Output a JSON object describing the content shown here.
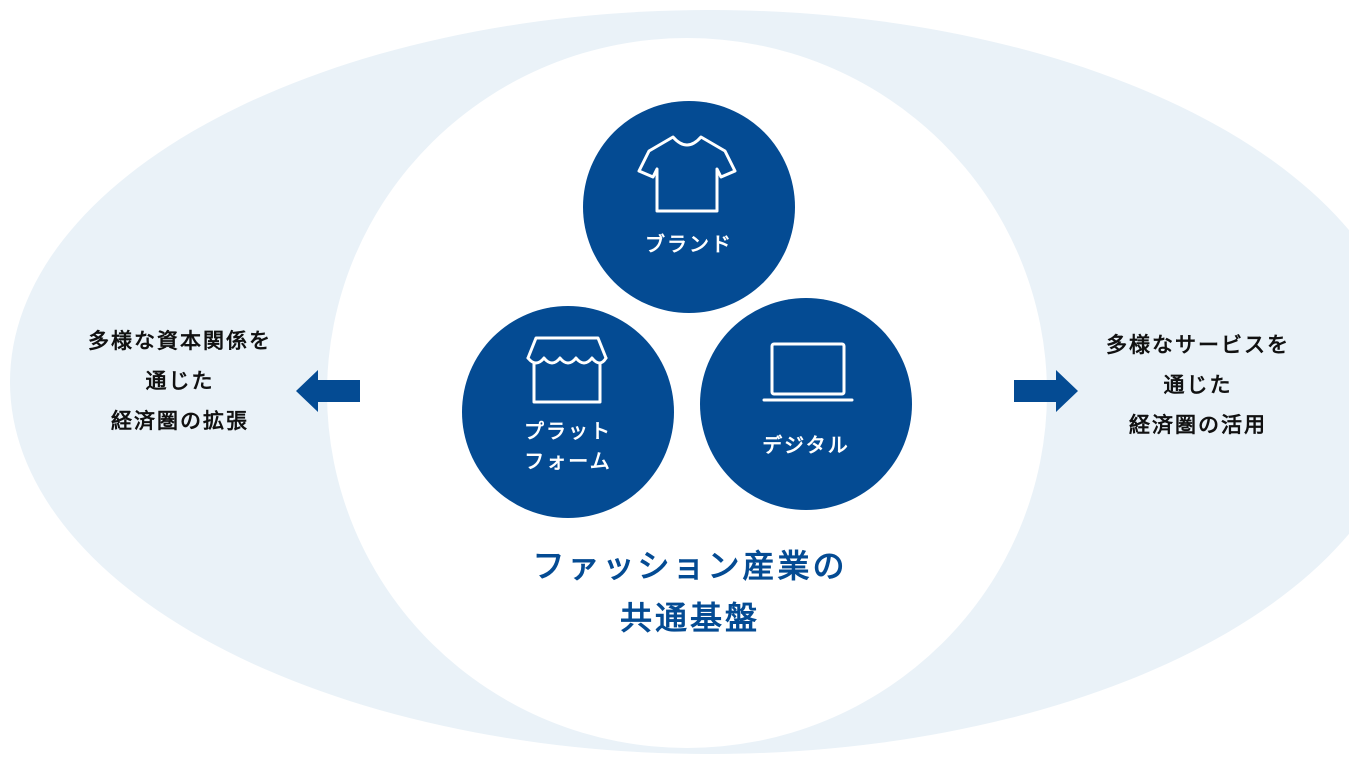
{
  "colors": {
    "primary": "#044b93",
    "outer_background": "#eaf2f8",
    "inner_background": "#ffffff",
    "side_text": "#111111"
  },
  "circles": [
    {
      "label": "ブランド",
      "icon": "tshirt-icon"
    },
    {
      "label": "プラット\nフォーム",
      "icon": "storefront-icon"
    },
    {
      "label": "デジタル",
      "icon": "laptop-icon"
    }
  ],
  "core": {
    "title": "ファッション産業の\n共通基盤"
  },
  "left": {
    "text": "多様な資本関係を\n通じた\n経済圏の拡張",
    "arrow": "arrow-left-icon"
  },
  "right": {
    "text": "多様なサービスを\n通じた\n経済圏の活用",
    "arrow": "arrow-right-icon"
  }
}
